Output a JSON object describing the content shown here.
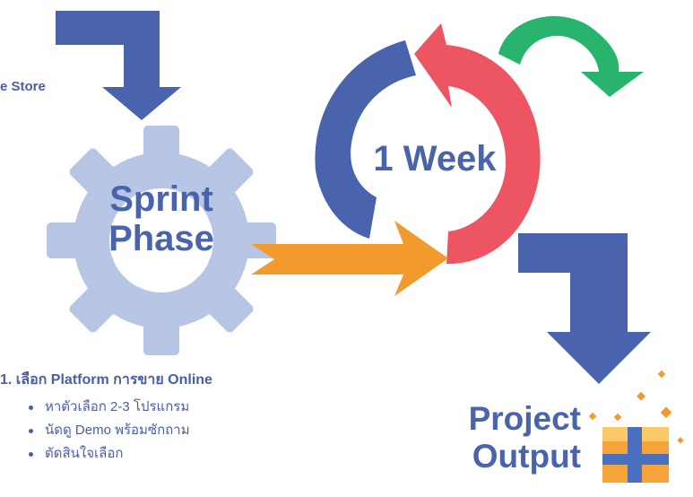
{
  "store_label": "e Store",
  "sprint": {
    "line1": "Sprint",
    "line2": "Phase"
  },
  "cycle_label": "1 Week",
  "output": {
    "line1": "Project",
    "line2": "Output"
  },
  "step": {
    "title": "1. เลือก Platform การขาย Online",
    "bullets": [
      "หาตัวเลือก 2-3 โปรแกรม",
      "นัดดู Demo พร้อมซักถาม",
      "ตัดสินใจเลือก"
    ]
  },
  "colors": {
    "blue": "#4a63ad",
    "gear": "#b7c6e4",
    "red": "#ee5563",
    "green": "#28b46c",
    "orange": "#f39a2e",
    "gift_orange": "#f6a43a",
    "gift_blue": "#4a6fbf"
  },
  "icons": [
    "down-arrow-icon",
    "gear-icon",
    "cycle-arrows-icon",
    "curved-arrow-icon",
    "right-arrow-icon",
    "gift-box-icon",
    "sparkle-icon"
  ]
}
